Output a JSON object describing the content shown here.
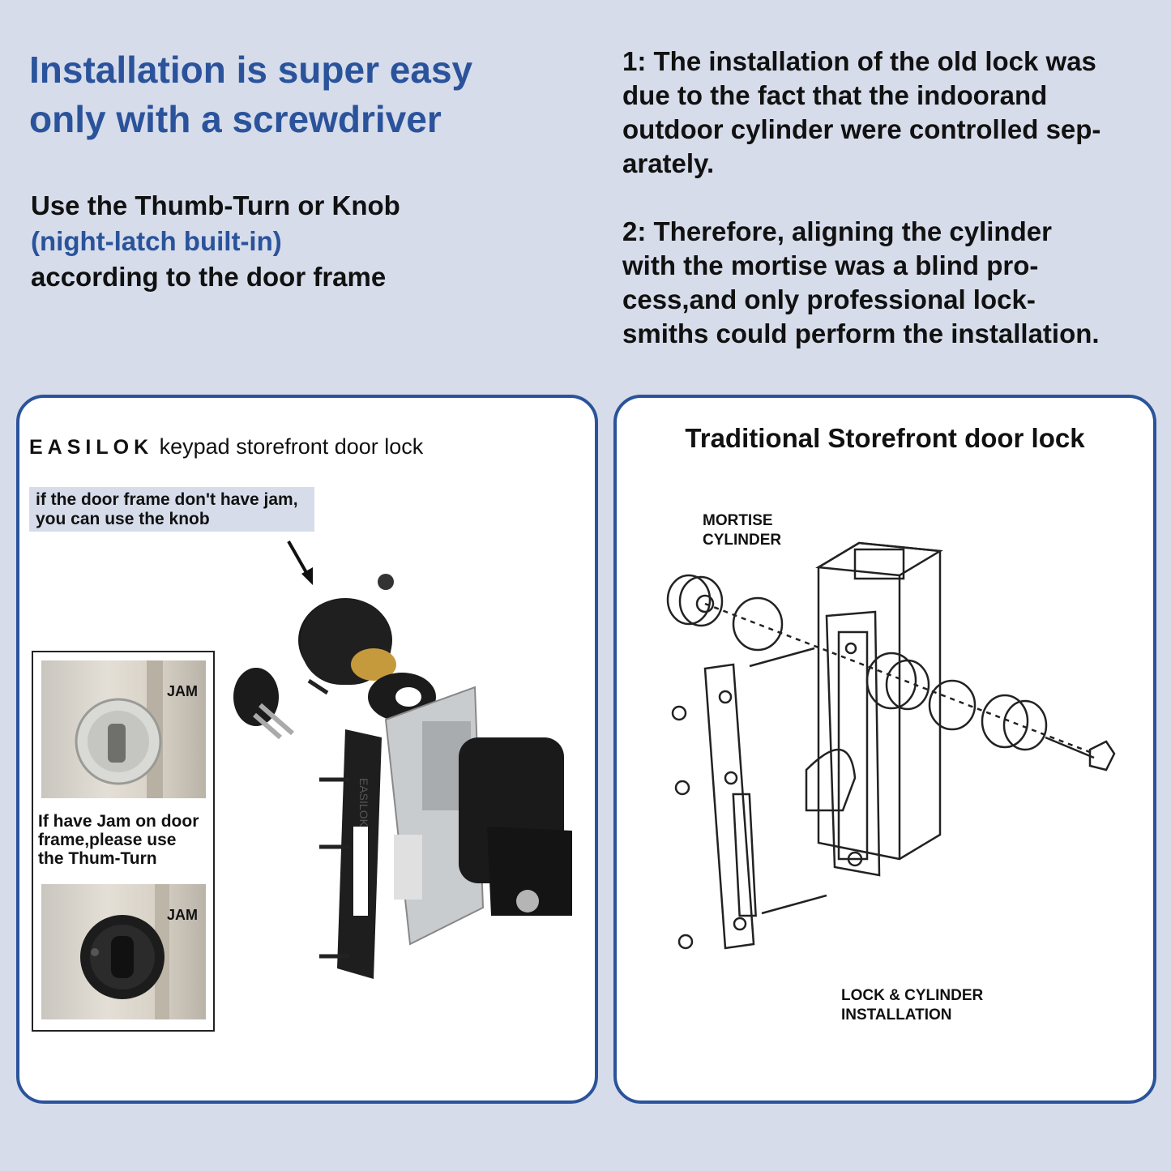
{
  "header": {
    "headline_line1": "Installation is super easy",
    "headline_line2": "only with a screwdriver",
    "sub_line1": "Use the Thumb-Turn or Knob",
    "sub_line2": "(night-latch built-in)",
    "sub_line3": "according to the door frame"
  },
  "explanation": {
    "point1_lines": [
      "1: The installation of the old lock was",
      "due to the fact that the indoorand",
      "outdoor cylinder were controlled sep-",
      "arately."
    ],
    "point2_lines": [
      "2: Therefore, aligning the cylinder",
      "with the mortise was a blind pro-",
      "cess,and only professional lock-",
      "smiths could perform the installation."
    ]
  },
  "left_panel": {
    "brand": "EASILOK",
    "product": " keypad storefront door lock",
    "note_line1": "if the door frame don't have jam,",
    "note_line2": "you can use the knob",
    "jam_label_1": "JAM",
    "jam_label_2": "JAM",
    "frame_caption_line1": "If have Jam on door",
    "frame_caption_line2": "frame,please use",
    "frame_caption_line3": "the Thum-Turn",
    "plate_text": "EASILOK"
  },
  "right_panel": {
    "title": "Traditional Storefront door lock",
    "mortise_line1": "MORTISE",
    "mortise_line2": "CYLINDER",
    "install_line1": "LOCK & CYLINDER",
    "install_line2": "INSTALLATION"
  },
  "colors": {
    "background": "#d6dcea",
    "accent_blue": "#2a539b",
    "panel_border": "#2a539b"
  }
}
